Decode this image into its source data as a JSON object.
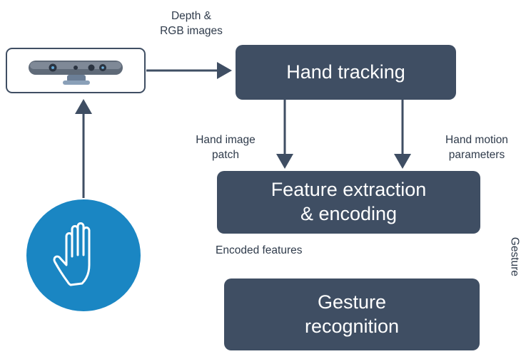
{
  "labels": {
    "input_images_line1": "Depth &",
    "input_images_line2": "RGB  images",
    "hand_image_patch_line1": "Hand image",
    "hand_image_patch_line2": "patch",
    "hand_motion_line1": "Hand motion",
    "hand_motion_line2": "parameters",
    "encoded_features": "Encoded features",
    "gesture_vertical": "Gesture"
  },
  "boxes": {
    "hand_tracking": "Hand tracking",
    "feature_line1": "Feature extraction",
    "feature_line2": "& encoding",
    "gesture_line1": "Gesture",
    "gesture_line2": "recognition"
  },
  "icons": {
    "camera": "depth-camera-icon",
    "hand": "raised-hand-icon"
  },
  "colors": {
    "box_fill": "#3f4e63",
    "arrow": "#3f4e63",
    "hand_circle": "#1a86c3"
  }
}
